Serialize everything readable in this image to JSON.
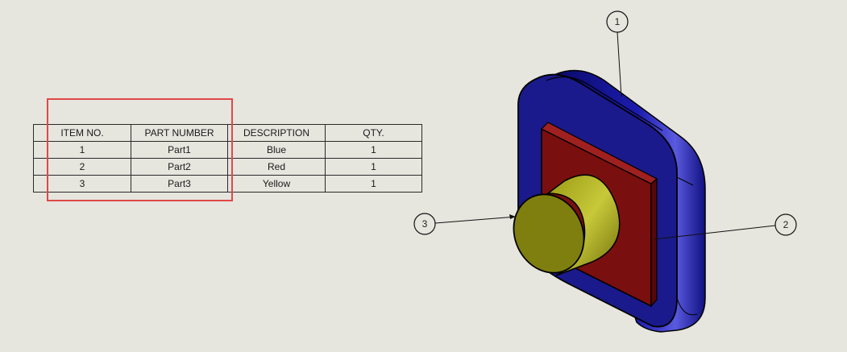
{
  "bom_table": {
    "headers": [
      "ITEM NO.",
      "PART NUMBER",
      "DESCRIPTION",
      "QTY."
    ],
    "rows": [
      {
        "item": "1",
        "part": "Part1",
        "description": "Blue",
        "qty": "1"
      },
      {
        "item": "2",
        "part": "Part2",
        "description": "Red",
        "qty": "1"
      },
      {
        "item": "3",
        "part": "Part3",
        "description": "Yellow",
        "qty": "1"
      }
    ]
  },
  "balloons": [
    {
      "label": "1",
      "target": "Part1"
    },
    {
      "label": "2",
      "target": "Part2"
    },
    {
      "label": "3",
      "target": "Part3"
    }
  ],
  "colors": {
    "background": "#e6e5de",
    "highlight": "#e04848",
    "part1_blue": "#1a1a8c",
    "part2_red": "#7a0f0f",
    "part3_yellow": "#7f7f10"
  }
}
